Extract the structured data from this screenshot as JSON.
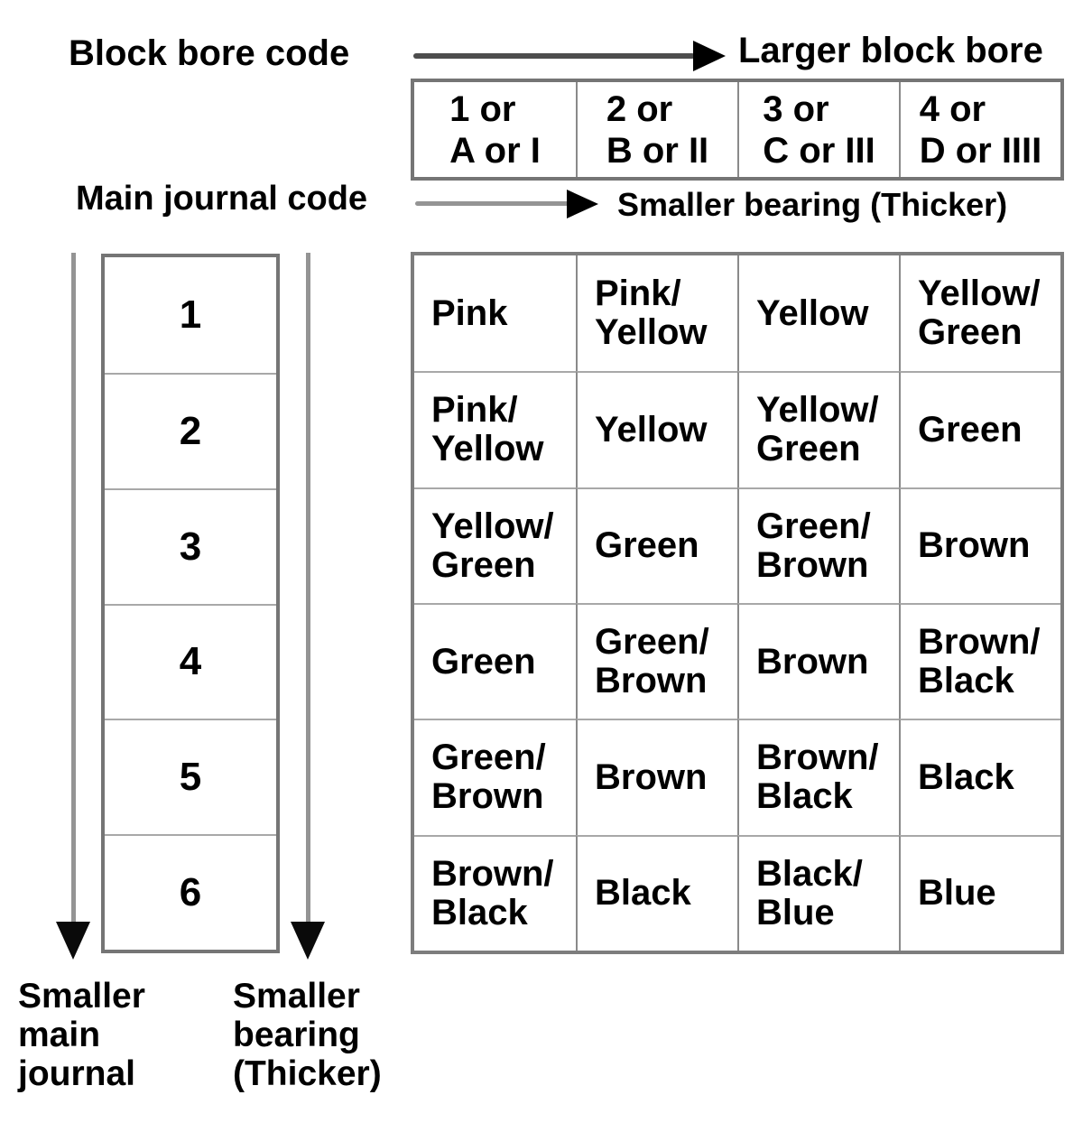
{
  "labels": {
    "block_bore_code": "Block bore code",
    "larger_block_bore": "Larger block bore",
    "main_journal_code": "Main journal code",
    "smaller_bearing_top": "Smaller bearing (Thicker)",
    "smaller_main_journal": "Smaller\nmain\njournal",
    "smaller_bearing_bottom": "Smaller\nbearing\n(Thicker)"
  },
  "block_bore_header": {
    "cells": [
      "1 or\nA or I",
      "2 or\nB or II",
      "3 or\nC or III",
      "4 or\nD or IIII"
    ]
  },
  "main_journal_codes": [
    "1",
    "2",
    "3",
    "4",
    "5",
    "6"
  ],
  "bearing_grid": {
    "rows": [
      [
        "Pink",
        "Pink/\nYellow",
        "Yellow",
        "Yellow/\nGreen"
      ],
      [
        "Pink/\nYellow",
        "Yellow",
        "Yellow/\nGreen",
        "Green"
      ],
      [
        "Yellow/\nGreen",
        "Green",
        "Green/\nBrown",
        "Brown"
      ],
      [
        "Green",
        "Green/\nBrown",
        "Brown",
        "Brown/\nBlack"
      ],
      [
        "Green/\nBrown",
        "Brown",
        "Brown/\nBlack",
        "Black"
      ],
      [
        "Brown/\nBlack",
        "Black",
        "Black/\nBlue",
        "Blue"
      ]
    ]
  },
  "colors": {
    "text": "#000000",
    "table_border": "#757575",
    "divider": "#a8a8a8",
    "arrow_line_dark": "#4d4d4d",
    "arrow_line_gray": "#949494",
    "arrow_head": "#000000"
  }
}
